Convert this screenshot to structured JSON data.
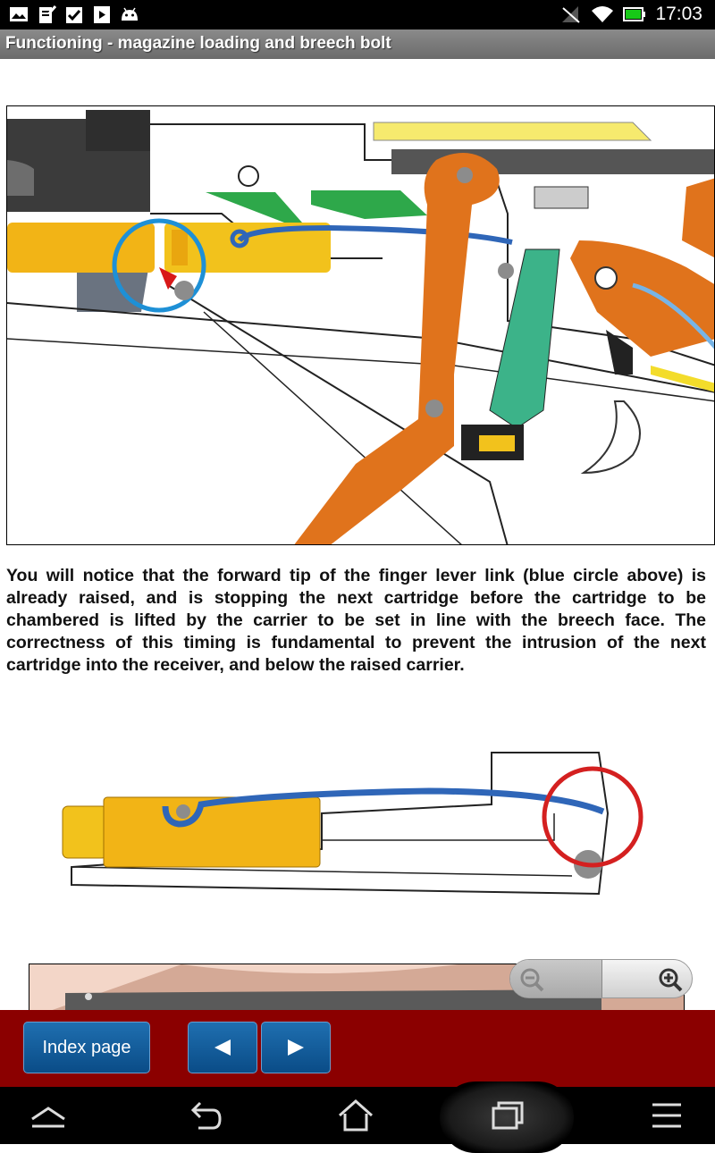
{
  "status_bar": {
    "left_icons": [
      "image-icon",
      "clipboard-icon",
      "checkbox-icon",
      "play-store-icon",
      "android-icon"
    ],
    "right_icons": [
      "no-signal-icon",
      "wifi-icon",
      "battery-icon"
    ],
    "time": "17:03"
  },
  "title_bar": {
    "title": "Functioning - magazine loading and breech bolt"
  },
  "content": {
    "paragraph": "You will notice that the forward tip of the finger lever link (blue circle above) is already raised, and is stopping the next cartridge before the cartridge to be chambered is lifted by the carrier to be set in line with the breech face. The correctness of this timing is fundamental to prevent the intrusion of the next cartridge into the receiver, and below the raised carrier."
  },
  "zoom_control": {
    "zoom_out_icon": "zoom-out-icon",
    "zoom_in_icon": "zoom-in-icon"
  },
  "toolbar": {
    "index_label": "Index page",
    "prev_icon": "triangle-left-icon",
    "next_icon": "triangle-right-icon",
    "bar_color": "#8b0000",
    "button_color": "#0a4c87"
  },
  "nav_bar": {
    "icons": [
      "menu-up-icon",
      "back-icon",
      "home-icon",
      "recent-apps-icon",
      "overflow-menu-icon"
    ]
  }
}
